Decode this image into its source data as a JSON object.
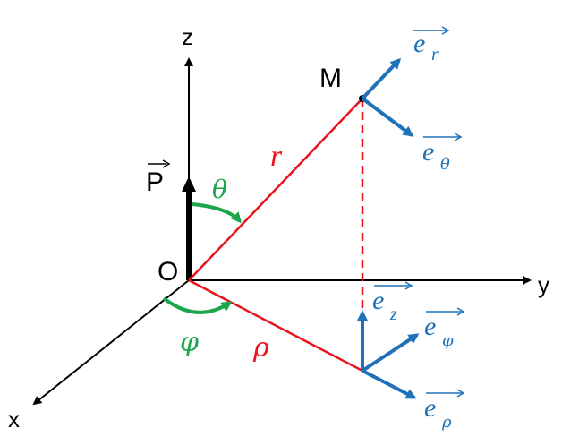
{
  "axes": {
    "x": "x",
    "y": "y",
    "z": "z"
  },
  "points": {
    "origin": "O",
    "M": "M"
  },
  "dipole": {
    "letter": "P"
  },
  "lengths": {
    "r": "r",
    "rho": "ρ"
  },
  "angles": {
    "theta": "θ",
    "phi": "φ"
  },
  "unit_vectors": {
    "base": "e",
    "r": "r",
    "theta": "θ",
    "z": "z",
    "phi": "φ",
    "rho": "ρ"
  },
  "colors": {
    "axis": "#000000",
    "geometry": "#e8141b",
    "angle": "#1aa64b",
    "vector": "#1f72b8"
  }
}
